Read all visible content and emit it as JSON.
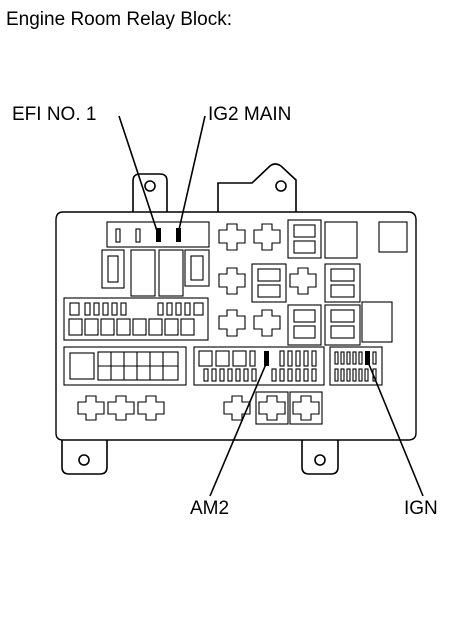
{
  "title": "Engine Room Relay Block:",
  "callouts": {
    "efi_no1": "EFI NO. 1",
    "ig2_main": "IG2 MAIN",
    "am2": "AM2",
    "ign": "IGN"
  }
}
